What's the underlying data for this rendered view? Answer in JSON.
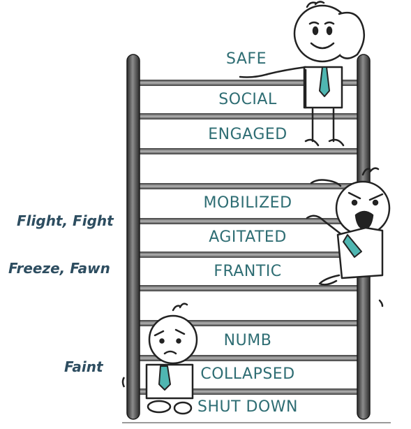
{
  "rung_labels": [
    "SAFE",
    "SOCIAL",
    "ENGAGED",
    "MOBILIZED",
    "AGITATED",
    "FRANTIC",
    "NUMB",
    "COLLAPSED",
    "SHUT DOWN"
  ],
  "side_labels": [
    "Flight, Fight",
    "Freeze, Fawn",
    "Faint"
  ],
  "colors": {
    "label_teal": "#2e6d73",
    "side_label": "#2d4d60",
    "tie_teal": "#4fb6b1",
    "rail": "#3a3a3a"
  },
  "icons": [
    "happy-person-icon",
    "angry-person-icon",
    "sad-person-icon"
  ]
}
